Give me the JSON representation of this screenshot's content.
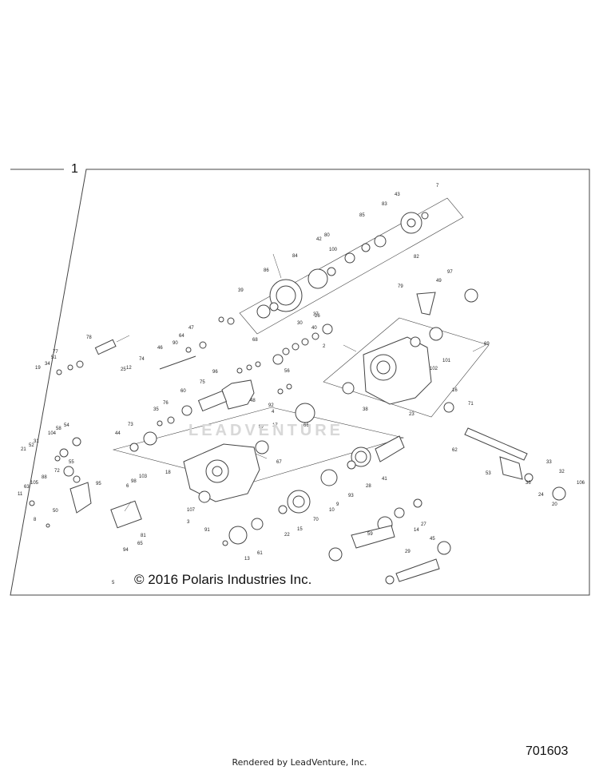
{
  "assembly_number": "1",
  "copyright": "© 2016 Polaris Industries Inc.",
  "diagram_id": "701603",
  "render_credit": "Rendered by LeadVenture, Inc.",
  "watermark": "LEADVENTURE",
  "callouts": [
    "1",
    "2",
    "3",
    "4",
    "5",
    "6",
    "7",
    "8",
    "9",
    "10",
    "11",
    "12",
    "13",
    "14",
    "15",
    "16",
    "17",
    "18",
    "19",
    "20",
    "21",
    "22",
    "23",
    "24",
    "25",
    "26",
    "27",
    "28",
    "29",
    "30",
    "31",
    "32",
    "33",
    "34",
    "35",
    "36",
    "37",
    "38",
    "39",
    "40",
    "41",
    "42",
    "43",
    "44",
    "45",
    "46",
    "47",
    "48",
    "49",
    "50",
    "51",
    "52",
    "53",
    "54",
    "55",
    "56",
    "57",
    "58",
    "59",
    "60",
    "61",
    "62",
    "63",
    "64",
    "65",
    "66",
    "67",
    "68",
    "69",
    "70",
    "71",
    "72",
    "73",
    "74",
    "75",
    "76",
    "77",
    "78",
    "79",
    "80",
    "81",
    "82",
    "83",
    "84",
    "85",
    "86",
    "88",
    "90",
    "91",
    "92",
    "93",
    "94",
    "95",
    "96",
    "97",
    "98",
    "100",
    "101",
    "102",
    "103",
    "104",
    "105",
    "106",
    "107"
  ],
  "colors": {
    "line": "#333333",
    "part": "#555555",
    "frame": "#444444"
  }
}
